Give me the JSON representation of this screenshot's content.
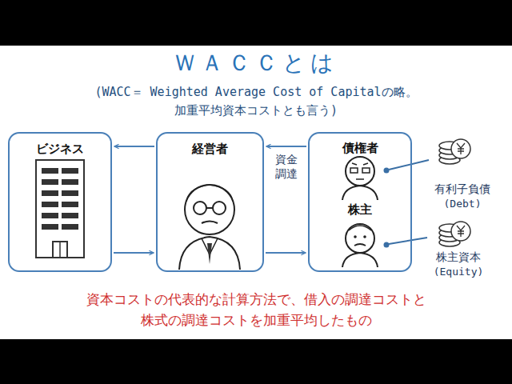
{
  "diagram": {
    "title": "ＷＡＣＣとは",
    "caption": "資本コストの代表的な計算方法で、借入の調達コストと 株式の調達コストを加重平均したもの",
    "nodes": [
      {
        "text": [
          "ビジネス"
        ]
      },
      {
        "text": [
          "経営者"
        ]
      },
      {
        "text": [
          "債権者",
          "株主"
        ]
      }
    ],
    "edges": [
      {
        "from": 1,
        "to": 0,
        "arrow": "to"
      },
      {
        "from": 0,
        "to": 1,
        "arrow": "to"
      },
      {
        "from": 2,
        "to": 1,
        "label": "資金 調達",
        "arrow": "to"
      },
      {
        "from": 1,
        "to": 2,
        "arrow": "to"
      }
    ],
    "labels": [
      "(WACC＝ Weighted Average Cost of Capitalの略。 加重平均資本コストとも言う)",
      "有利子負債",
      "(Debt)",
      "株主資本",
      "(Equity)"
    ]
  }
}
